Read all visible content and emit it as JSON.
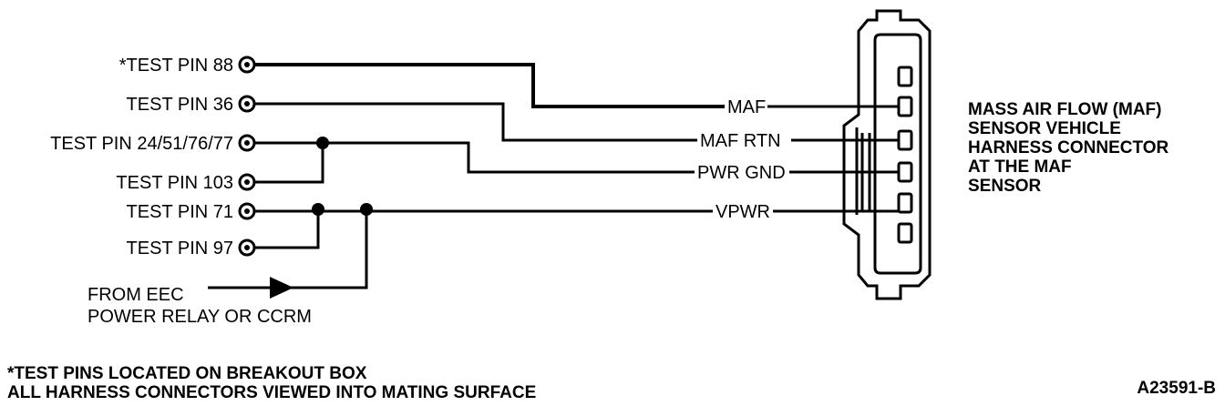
{
  "test_pins": [
    {
      "id": "88",
      "label": "*TEST PIN 88"
    },
    {
      "id": "36",
      "label": "TEST PIN 36"
    },
    {
      "id": "24",
      "label": "TEST PIN 24/51/76/77"
    },
    {
      "id": "103",
      "label": "TEST PIN 103"
    },
    {
      "id": "71",
      "label": "TEST PIN 71"
    },
    {
      "id": "97",
      "label": "TEST PIN 97"
    }
  ],
  "signals": {
    "maf": "MAF",
    "maf_rtn": "MAF RTN",
    "pwr_gnd": "PWR GND",
    "vpwr": "VPWR"
  },
  "source": {
    "line1": "FROM EEC",
    "line2": "POWER RELAY OR CCRM"
  },
  "connector": {
    "line1": "MASS AIR FLOW (MAF)",
    "line2": "SENSOR VEHICLE",
    "line3": "HARNESS CONNECTOR",
    "line4": "AT THE MAF",
    "line5": "SENSOR"
  },
  "notes": {
    "line1": "*TEST PINS LOCATED ON BREAKOUT BOX",
    "line2": "ALL HARNESS CONNECTORS VIEWED INTO MATING SURFACE"
  },
  "figure_id": "A23591-B"
}
